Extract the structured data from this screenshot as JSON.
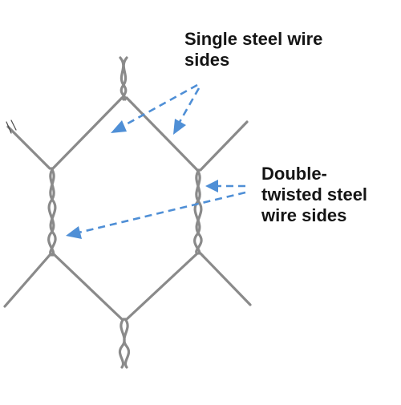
{
  "diagram": {
    "labels": {
      "single_wire": [
        "Single steel wire",
        "sides"
      ],
      "double_twisted": [
        "Double-",
        "twisted steel",
        "wire sides"
      ]
    },
    "colors": {
      "wire": "#8a8a8a",
      "wire_shadow": "#4a4a4a",
      "arrow": "#4f8fd6",
      "text": "#151515"
    }
  }
}
